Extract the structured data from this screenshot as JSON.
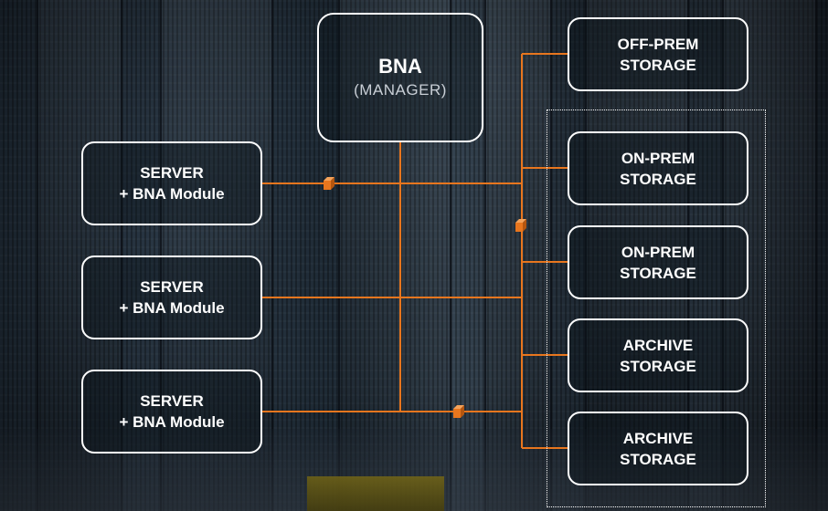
{
  "manager": {
    "title": "BNA",
    "subtitle": "(MANAGER)"
  },
  "servers": [
    {
      "line1": "SERVER",
      "line2": "+ BNA Module"
    },
    {
      "line1": "SERVER",
      "line2": "+ BNA Module"
    },
    {
      "line1": "SERVER",
      "line2": "+ BNA Module"
    }
  ],
  "storage": [
    {
      "line1": "OFF-PREM",
      "line2": "STORAGE"
    },
    {
      "line1": "ON-PREM",
      "line2": "STORAGE"
    },
    {
      "line1": "ON-PREM",
      "line2": "STORAGE"
    },
    {
      "line1": "ARCHIVE",
      "line2": "STORAGE"
    },
    {
      "line1": "ARCHIVE",
      "line2": "STORAGE"
    }
  ],
  "colors": {
    "connector": "#e8761e",
    "box_border": "#ffffff",
    "text": "#ffffff"
  },
  "icons": [
    "data-cube-icon"
  ]
}
